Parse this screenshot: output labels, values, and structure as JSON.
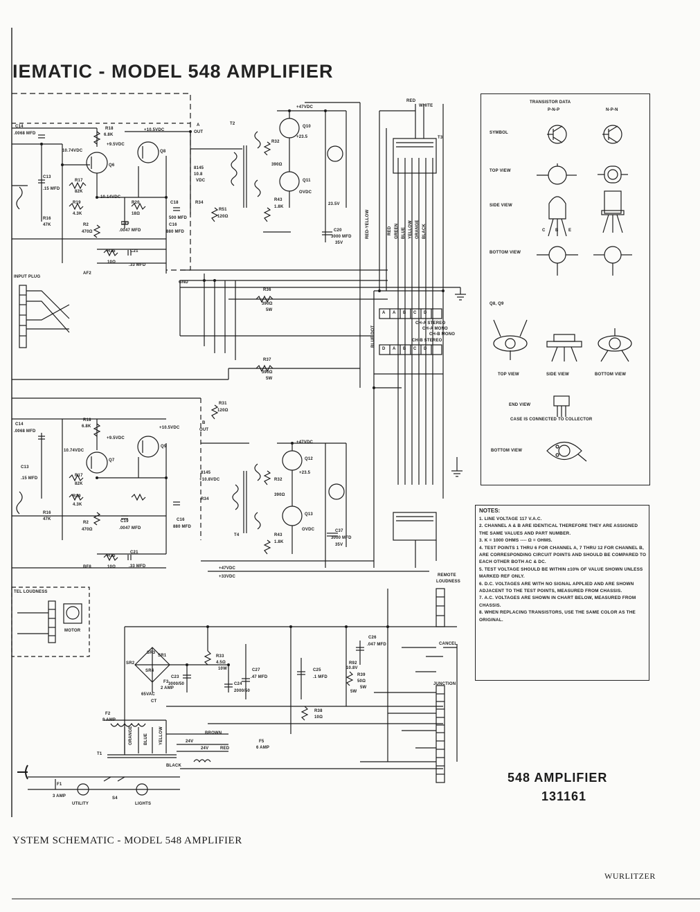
{
  "title": "IEMATIC - MODEL 548 AMPLIFIER",
  "bottom_title": "YSTEM SCHEMATIC - MODEL 548 AMPLIFIER",
  "model": {
    "name": "548 AMPLIFIER",
    "number": "131161"
  },
  "brand": "WURLITZER",
  "transistor_data": {
    "heading": "TRANSISTOR DATA",
    "types": [
      "P-N-P",
      "N-P-N"
    ],
    "rows": [
      "SYMBOL",
      "TOP VIEW",
      "SIDE VIEW",
      "BOTTOM VIEW"
    ],
    "pin_labels": [
      "C",
      "B",
      "E"
    ],
    "power_heading": "Q8, Q9",
    "power_views": [
      "TOP VIEW",
      "SIDE VIEW",
      "BOTTOM VIEW"
    ],
    "end_view": {
      "label": "END VIEW",
      "note": "CASE IS CONNECTED TO COLLECTOR"
    },
    "power_bottom_view": "BOTTOM VIEW"
  },
  "notes": {
    "heading": "NOTES:",
    "items": [
      "1. LINE VOLTAGE 117 V.A.C.",
      "2. CHANNEL A & B ARE IDENTICAL THEREFORE THEY ARE ASSIGNED THE SAME VALUES AND PART NUMBER.",
      "3. K = 1000 OHMS ---- Ω = OHMS.",
      "4. TEST POINTS 1 THRU 6 FOR CHANNEL A, 7 THRU 12 FOR CHANNEL B, ARE CORRESPONDING CIRCUIT POINTS AND SHOULD BE COMPARED TO EACH OTHER BOTH AC & DC.",
      "5. TEST VOLTAGE SHOULD BE WITHIN ±10% OF VALUE SHOWN UNLESS MARKED REF ONLY.",
      "6. D.C. VOLTAGES ARE WITH NO SIGNAL APPLIED AND ARE SHOWN ADJACENT TO THE TEST POINTS, MEASURED FROM CHASSIS.",
      "7. A.C. VOLTAGES ARE SHOWN IN CHART BELOW, MEASURED FROM CHASSIS.",
      "8. WHEN REPLACING TRANSISTORS, USE THE SAME COLOR AS THE ORIGINAL."
    ]
  },
  "schematic_labels": {
    "channel_a": {
      "caps": [
        "C14",
        ".0068 MFD",
        "C13",
        ".15 MFD",
        "C18",
        "500 MFD",
        "C19",
        ".0047 MFD",
        "C16",
        "880 MFD",
        "C21",
        ".33 MFD"
      ],
      "resistors": [
        "R18",
        "6.8K",
        "R17",
        "82K",
        "R19",
        "4.3K",
        "R2",
        "470Ω",
        "R16",
        "47K",
        "R20",
        "18Ω",
        "R35",
        "10Ω",
        "R34",
        "R51",
        "120Ω",
        "R43",
        "1.8K",
        "R32",
        "390Ω"
      ],
      "voltages": [
        "10.74VDC",
        "+9.5VDC",
        "+10.5VDC",
        "10.14VDC",
        "+23.5",
        "OVDC",
        "+47VDC",
        "23.5V",
        "8145",
        "10.8",
        "VDC"
      ],
      "transistors": [
        "Q6",
        "Q8",
        "Q10",
        "Q11"
      ],
      "points": [
        "AF2",
        "OUT",
        "A",
        "GND"
      ],
      "transformer": "T2",
      "cap_output": [
        "C20",
        "3000 MFD",
        "35V"
      ]
    },
    "channel_b": {
      "caps": [
        "C14",
        ".0068 MFD",
        "C13",
        ".15 MFD",
        "C19",
        ".0047 MFD",
        "C16",
        "880 MFD",
        "C21",
        ".33 MFD"
      ],
      "resistors": [
        "R18",
        "6.8K",
        "R17",
        "82K",
        "R19",
        "4.3K",
        "R2",
        "470Ω",
        "R16",
        "47K",
        "R35",
        "10Ω",
        "R34",
        "R31",
        "120Ω",
        "R43",
        "1.8K",
        "R32",
        "390Ω"
      ],
      "voltages": [
        "10.74VDC",
        "+9.5VDC",
        "+10.5VDC",
        "+47VDC",
        "+23.5",
        "OVDC",
        "8145",
        "+10.8VDC",
        "+33VDC",
        "+47VDC"
      ],
      "transistors": [
        "Q7",
        "Q9",
        "Q12",
        "Q13"
      ],
      "points": [
        "BF8",
        "OUT",
        "B"
      ],
      "transformer": "T4",
      "cap_output": [
        "C37",
        "3000 MFD",
        "35V"
      ]
    },
    "resistor_center": [
      "R36",
      "390Ω",
      "5W",
      "R37",
      "390Ω",
      "5W"
    ],
    "output_transformer": "T3",
    "wire_colors": [
      "RED",
      "WHITE",
      "RED-YELLOW",
      "RED",
      "GREEN",
      "BLUE",
      "YELLOW",
      "ORANGE",
      "BLACK"
    ],
    "speaker_plug": {
      "row_a": [
        "A",
        "A",
        "B",
        "C",
        "D"
      ],
      "row_b": [
        "D",
        "A",
        "B",
        "C",
        "D"
      ],
      "labels": [
        "CH-A STEREO",
        "CH-A MONO",
        "CH-B MONO",
        "CH-B STEREO",
        "BLUE DOT"
      ]
    },
    "input_plug": "INPUT PLUG",
    "remote": [
      "REMOTE",
      "LOUDNESS",
      "CANCEL",
      "JUNCTION"
    ],
    "power_supply": {
      "components": [
        "SR3",
        "SR1",
        "SR4",
        "SR2",
        "C23",
        "3000/50",
        "R33",
        "4.5Ω",
        "10W",
        "C24",
        "2000/50",
        "C27",
        ".47 MFD",
        "C25",
        ".1 MFD",
        "R38",
        "10Ω",
        "R39",
        "50Ω",
        "5W",
        "C26",
        ".047 MFD",
        "R92",
        "10.8V",
        "5W"
      ],
      "fuses": [
        "F3",
        "2 AMP",
        "F2",
        "8 AMP",
        "F1",
        "3 AMP",
        "F5",
        "6 AMP"
      ],
      "labels": [
        "T1",
        "CT",
        "65VAC",
        "24V",
        "24V",
        "RED",
        "BROWN",
        "BLACK",
        "ORANGE",
        "YELLOW",
        "BLUE"
      ],
      "switch": "S4",
      "outlets": [
        "UTILITY",
        "LIGHTS"
      ],
      "motor": "MOTOR",
      "loudness": "TEL LOUDNESS"
    }
  }
}
